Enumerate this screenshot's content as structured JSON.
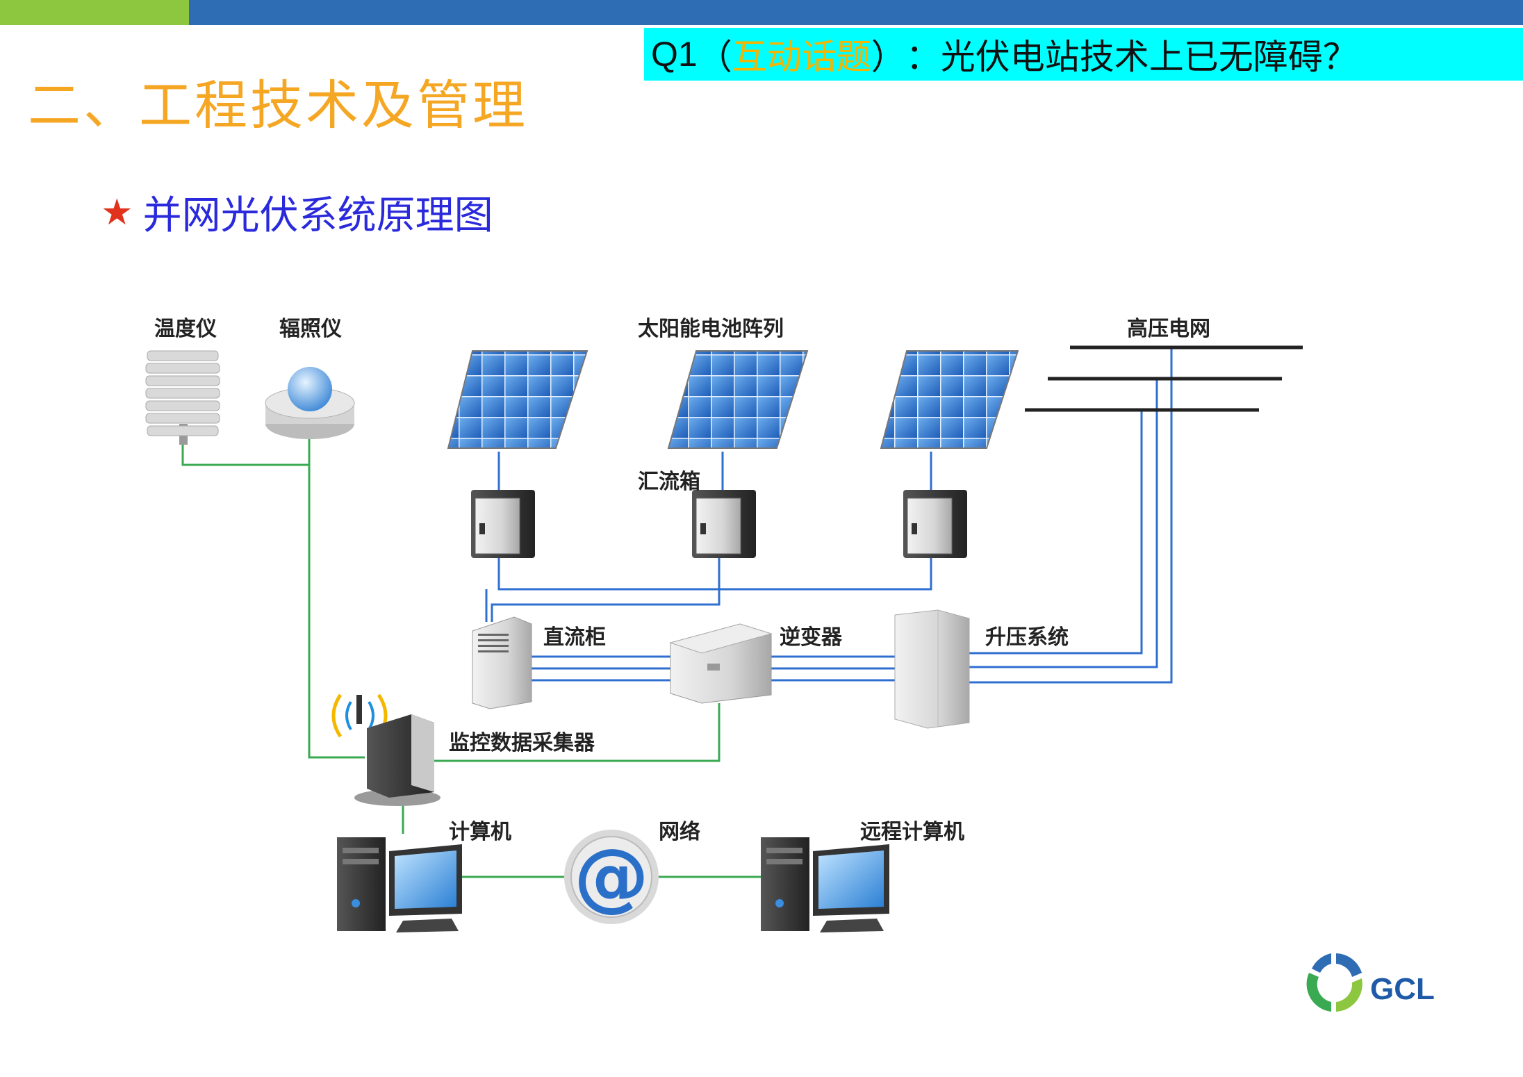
{
  "banner": {
    "q": "Q1",
    "open": "（",
    "topic": "互动话题",
    "close": "）",
    "colon": "：",
    "text": "光伏电站技术上已无障碍？"
  },
  "title": "二、工程技术及管理",
  "subtitle": {
    "star": "★",
    "text": "并网光伏系统原理图"
  },
  "labels": {
    "thermometer": "温度仪",
    "irradiance": "辐照仪",
    "solar_array": "太阳能电池阵列",
    "hv_grid": "高压电网",
    "combiner": "汇流箱",
    "dc_cabinet": "直流柜",
    "inverter": "逆变器",
    "booster": "升压系统",
    "monitor": "监控数据采集器",
    "computer": "计算机",
    "network": "网络",
    "remote_computer": "远程计算机"
  },
  "network_symbol": "@",
  "logo_text": "GCL",
  "colors": {
    "title": "#f5a623",
    "subtitle": "#2a2adc",
    "star": "#e0321c",
    "banner_bg": "#00ffff",
    "banner_topic": "#f5b400",
    "power_line": "#2f6fd0",
    "signal_line": "#3aaa52",
    "top_bar_green": "#8dc63f",
    "top_bar_blue": "#2e6db4"
  }
}
